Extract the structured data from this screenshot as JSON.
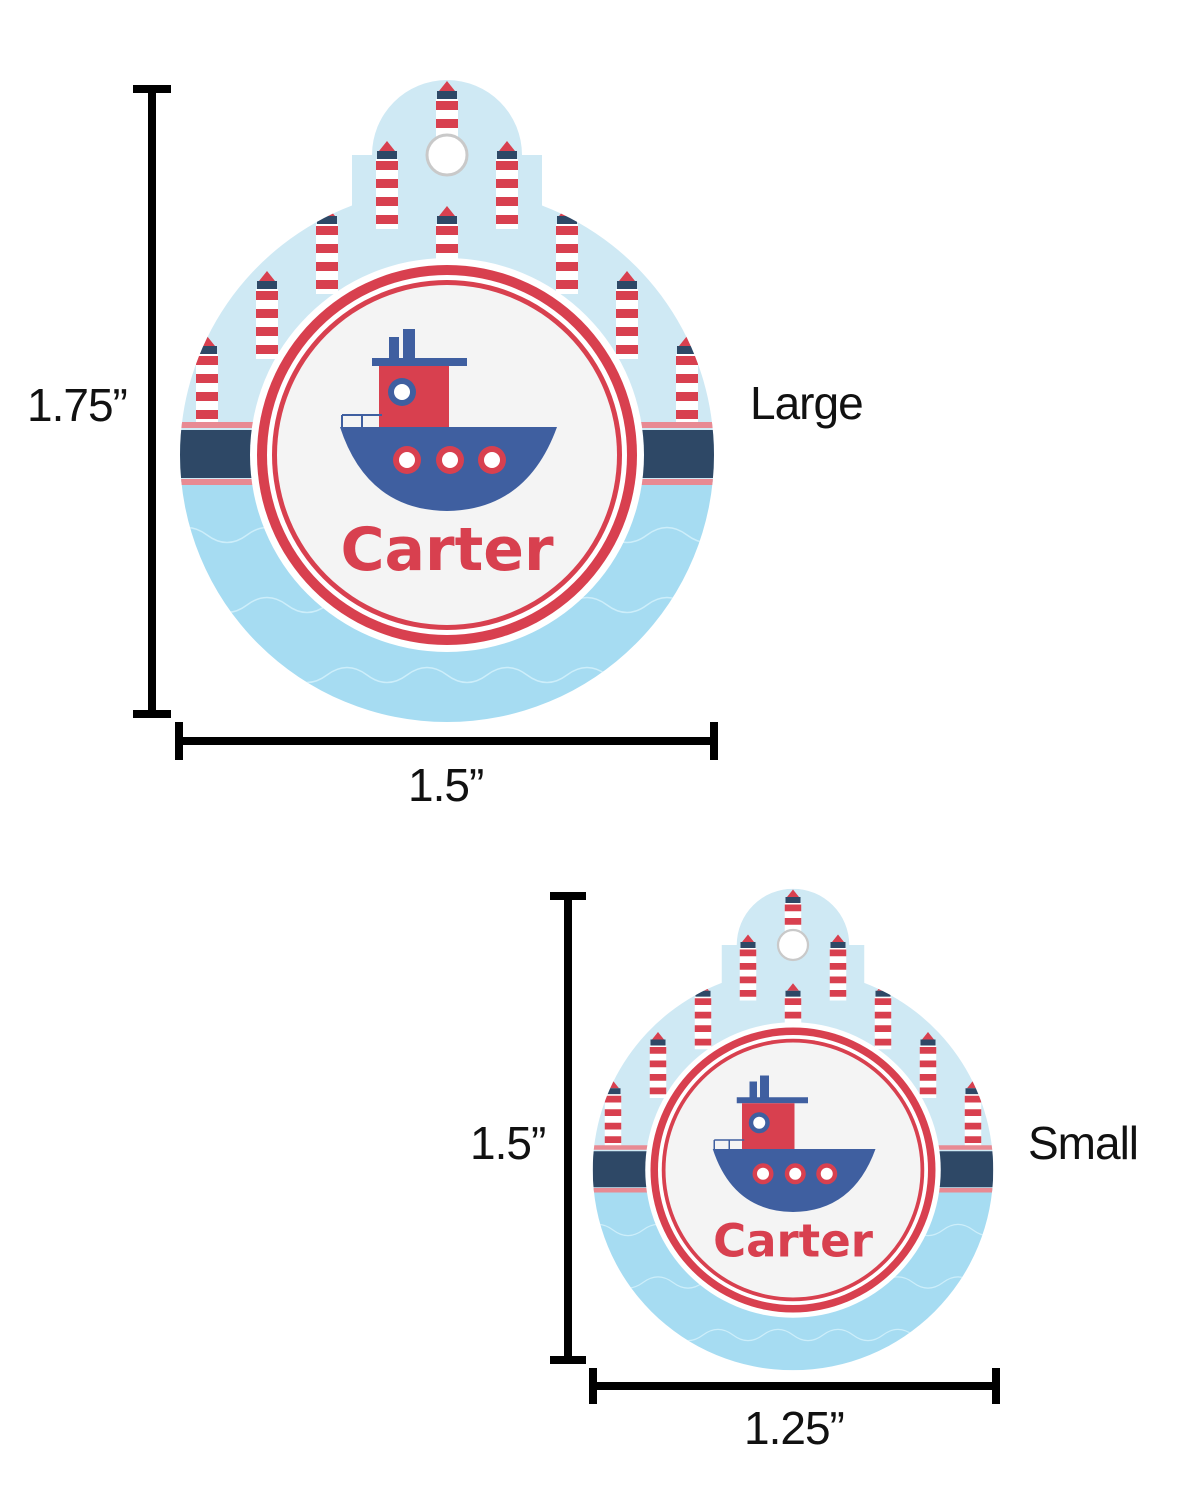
{
  "large": {
    "size_label": "Large",
    "height_label": "1.75”",
    "width_label": "1.5”",
    "name_text": "Carter"
  },
  "small": {
    "size_label": "Small",
    "height_label": "1.5”",
    "width_label": "1.25”",
    "name_text": "Carter"
  },
  "colors": {
    "sky": "#cfe9f4",
    "water": "#a6dcf2",
    "navy": "#2e4866",
    "red": "#d8404f",
    "boat_blue": "#3f5fa0"
  }
}
